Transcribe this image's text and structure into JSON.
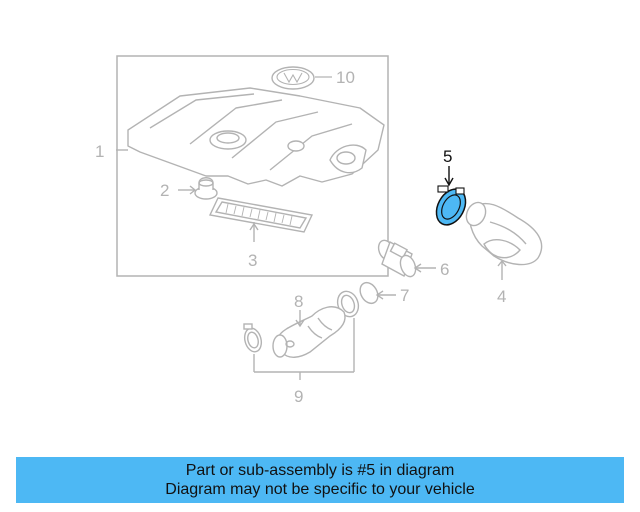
{
  "diagram": {
    "callouts": {
      "c1": "1",
      "c2": "2",
      "c3": "3",
      "c4": "4",
      "c5": "5",
      "c6": "6",
      "c7": "7",
      "c8": "8",
      "c9": "9",
      "c10": "10"
    },
    "highlight_color": "#4db8f4",
    "line_color": "#b3b3b3"
  },
  "banner": {
    "line1": "Part or sub-assembly is #5 in diagram",
    "line2": "Diagram may not be specific to your vehicle",
    "background": "#4db8f4"
  }
}
